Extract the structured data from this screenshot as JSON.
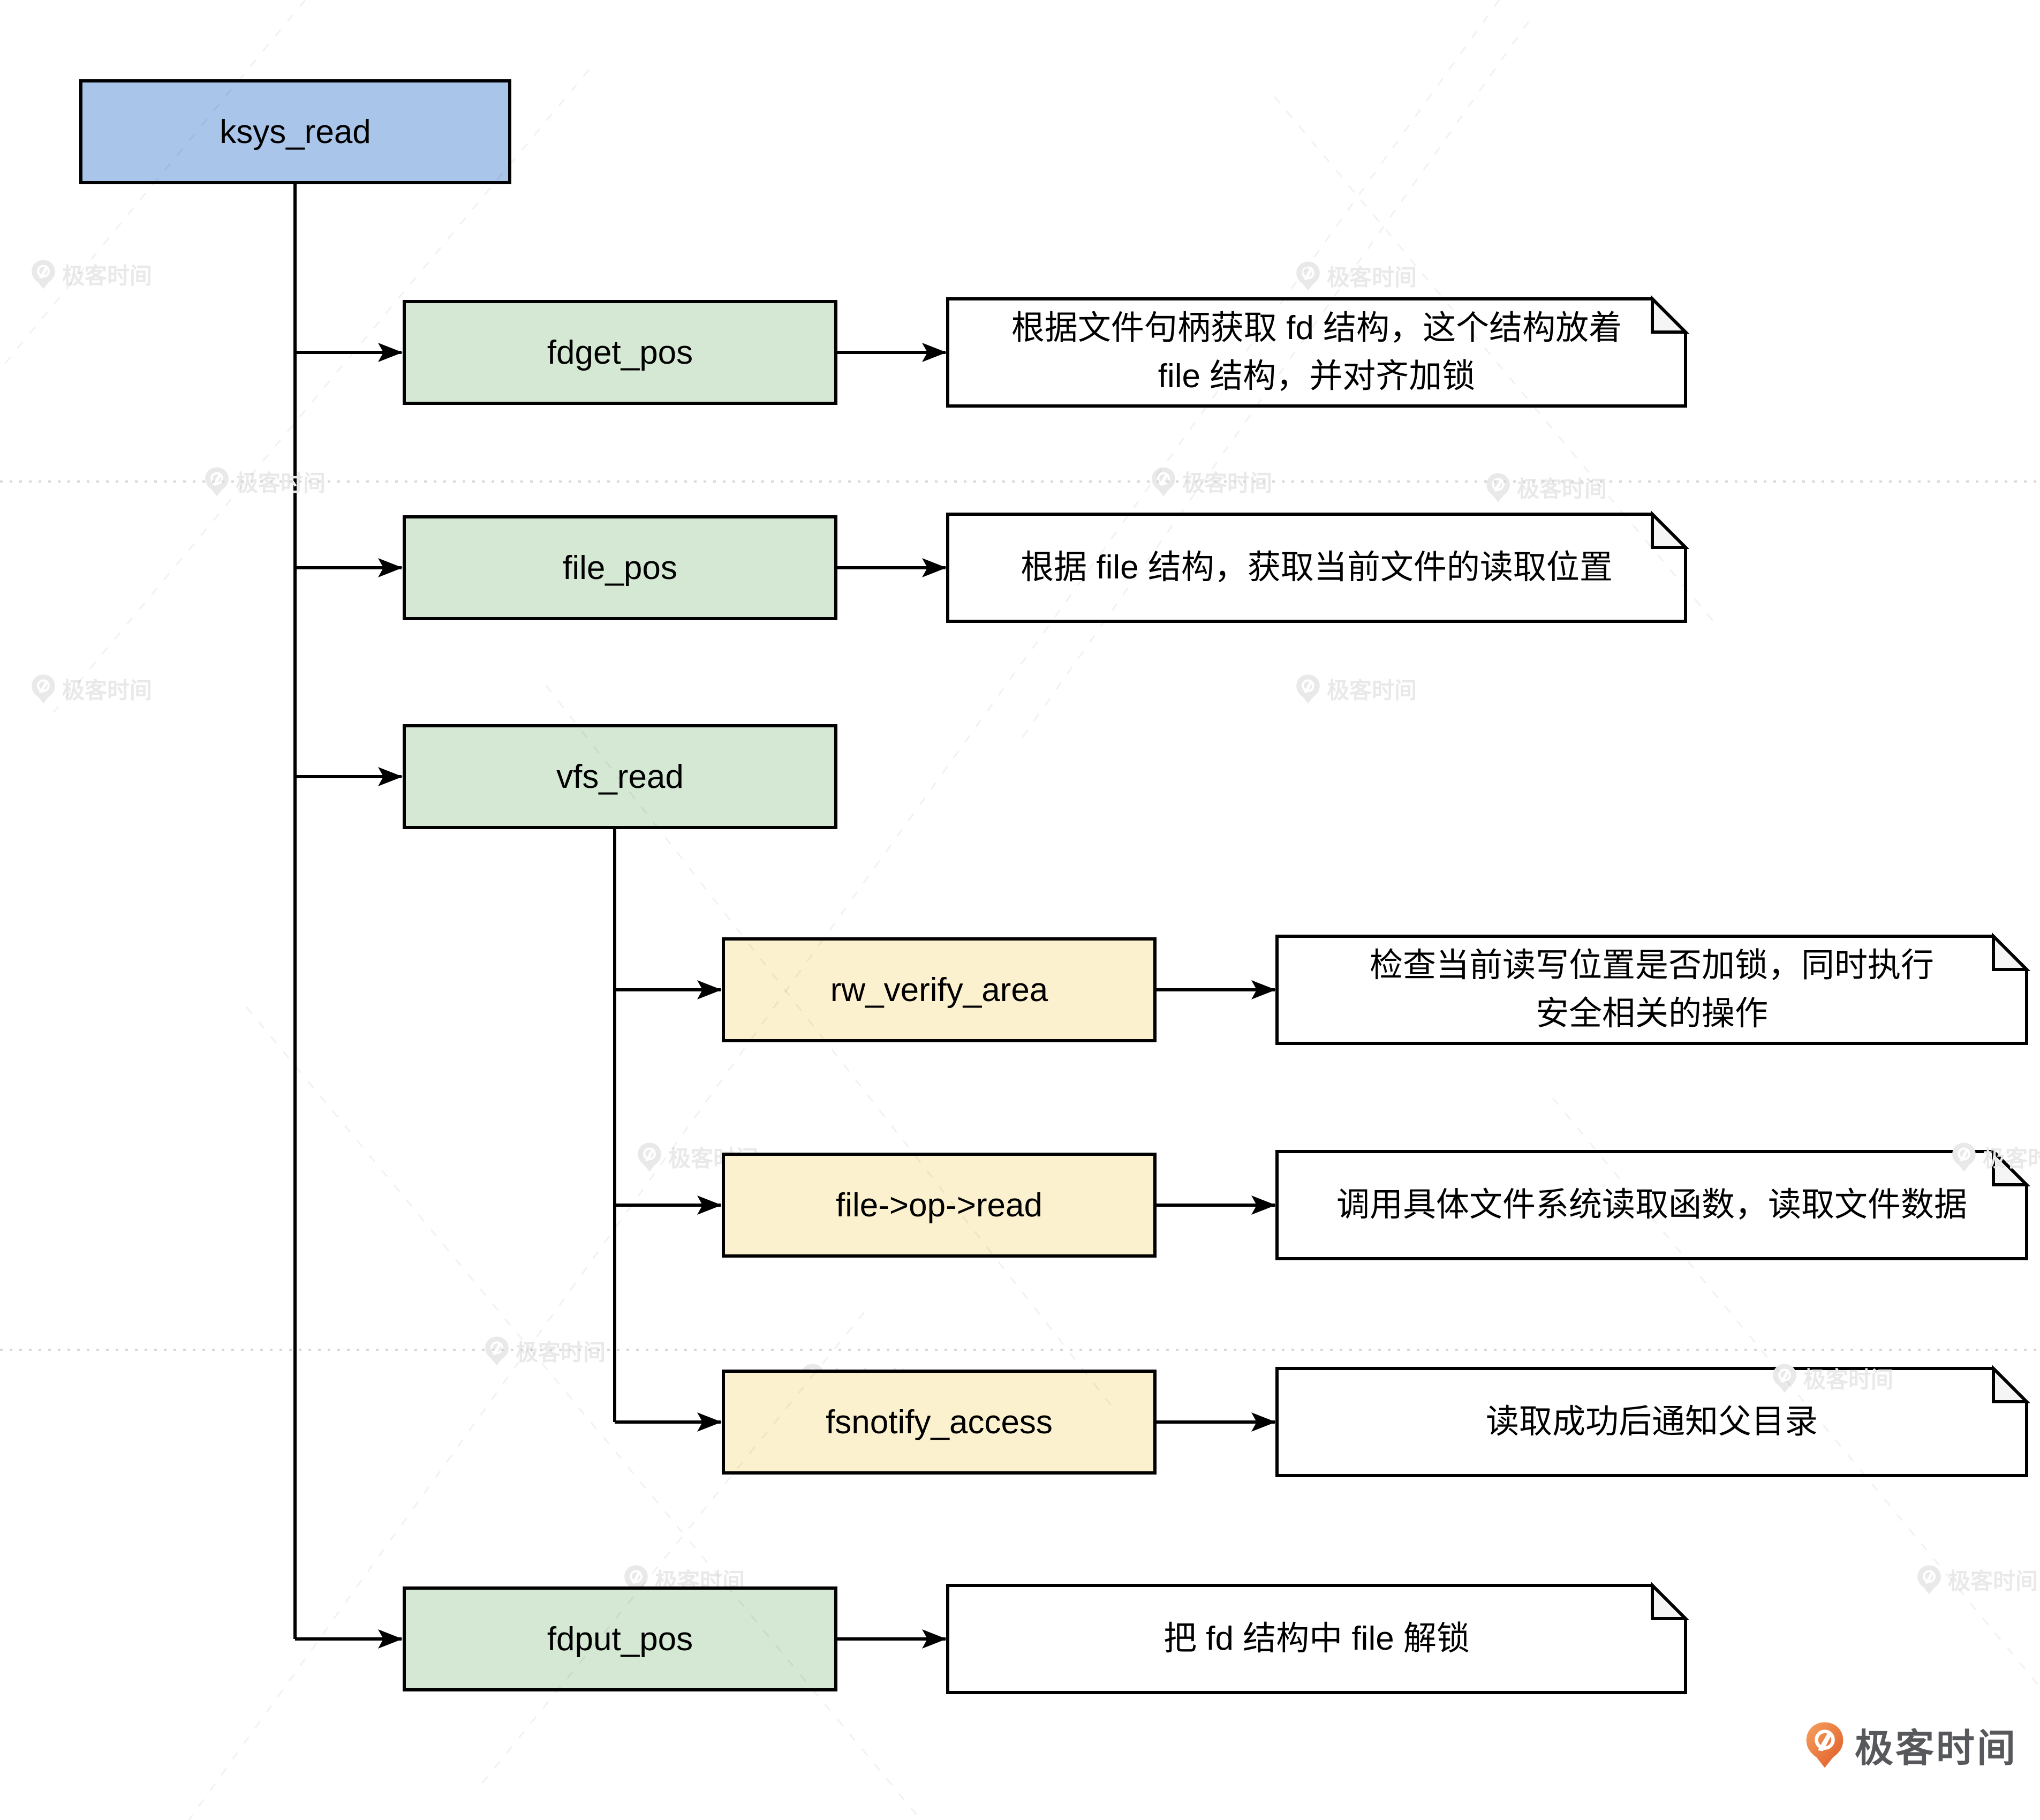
{
  "diagram": {
    "root": {
      "label": "ksys_read"
    },
    "steps": [
      {
        "label": "fdget_pos",
        "note": "根据文件句柄获取 fd 结构，这个结构放着 file 结构，并对齐加锁"
      },
      {
        "label": "file_pos",
        "note": "根据 file 结构，获取当前文件的读取位置"
      },
      {
        "label": "vfs_read",
        "children": [
          {
            "label": "rw_verify_area",
            "note": "检查当前读写位置是否加锁，同时执行安全相关的操作"
          },
          {
            "label": "file->op->read",
            "note": "调用具体文件系统读取函数，读取文件数据"
          },
          {
            "label": "fsnotify_access",
            "note": "读取成功后通知父目录"
          }
        ]
      },
      {
        "label": "fdput_pos",
        "note": "把 fd 结构中 file 解锁"
      }
    ]
  },
  "watermark": {
    "text": "极客时间"
  },
  "logo": {
    "text": "极客时间"
  },
  "colors": {
    "root_fill": "#A9C5EA",
    "step_fill": "#D5E8D4",
    "child_fill": "#FCF1CE",
    "note_fill": "#FFFFFF",
    "note_fold": "#F5F5F5",
    "stroke": "#000000",
    "watermark": "#E9E9E9",
    "logo_text": "#57585C",
    "logo_orange": "#E8743B"
  }
}
